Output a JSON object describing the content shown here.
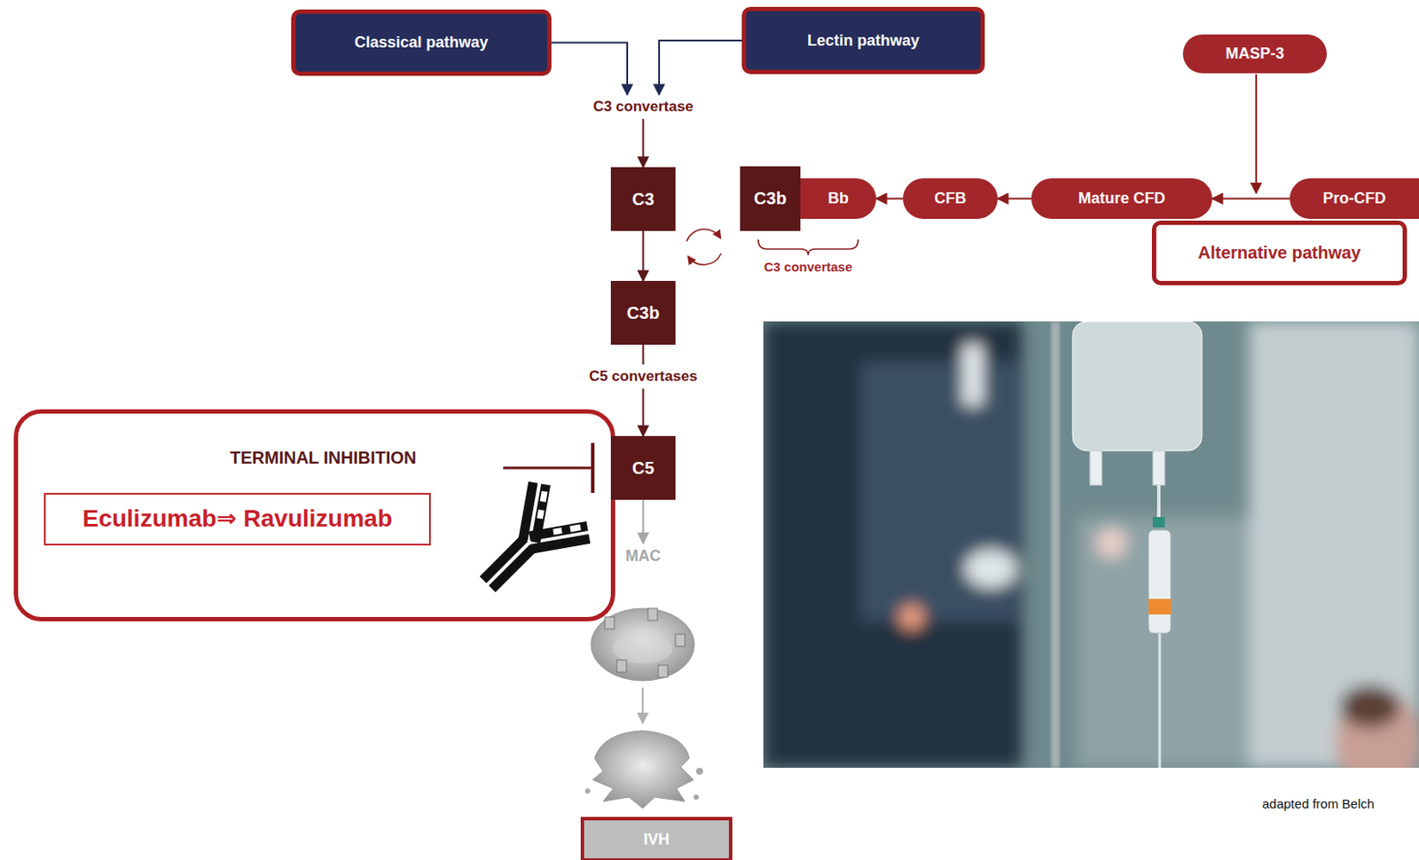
{
  "diagram": {
    "nodes": [
      {
        "text": [
          "Classical pathway"
        ]
      },
      {
        "text": [
          "Lectin pathway"
        ]
      },
      {
        "text": [
          "MASP-3"
        ]
      },
      {
        "text": [
          "C3 convertase"
        ]
      },
      {
        "text": [
          "C3"
        ]
      },
      {
        "text": [
          "C3b"
        ]
      },
      {
        "text": [
          "Bb"
        ]
      },
      {
        "text": [
          "CFB"
        ]
      },
      {
        "text": [
          "Mature CFD"
        ]
      },
      {
        "text": [
          "Pro-CFD"
        ]
      },
      {
        "text": [
          "Alternative pathway"
        ]
      },
      {
        "text": [
          "C3b"
        ]
      },
      {
        "text": [
          "C5 convertases"
        ]
      },
      {
        "text": [
          "TERMINAL INHIBITION"
        ]
      },
      {
        "text": [
          "Eculizumab⇒ Ravulizumab"
        ],
        "in": 13
      },
      {
        "text": [
          "C5"
        ]
      },
      {
        "text": [
          "MAC"
        ]
      },
      {
        "text": [
          "IVH"
        ]
      }
    ],
    "edges": [
      {
        "from": 0,
        "to": 3,
        "arrow": "to"
      },
      {
        "from": 1,
        "to": 3,
        "arrow": "to"
      },
      {
        "from": 3,
        "to": 4,
        "arrow": "to"
      },
      {
        "from": 9,
        "to": 8,
        "arrow": "to"
      },
      {
        "from": 8,
        "to": 7,
        "arrow": "to"
      },
      {
        "from": 7,
        "to": 6,
        "arrow": "to"
      },
      {
        "from": 4,
        "to": 11,
        "arrow": "to"
      },
      {
        "from": 11,
        "to": 12,
        "arrow": "none"
      },
      {
        "from": 12,
        "to": 15,
        "arrow": "to"
      },
      {
        "from": 15,
        "to": 16,
        "arrow": "to"
      }
    ],
    "labels": [
      "C3 convertase",
      "adapted from Belch"
    ]
  }
}
